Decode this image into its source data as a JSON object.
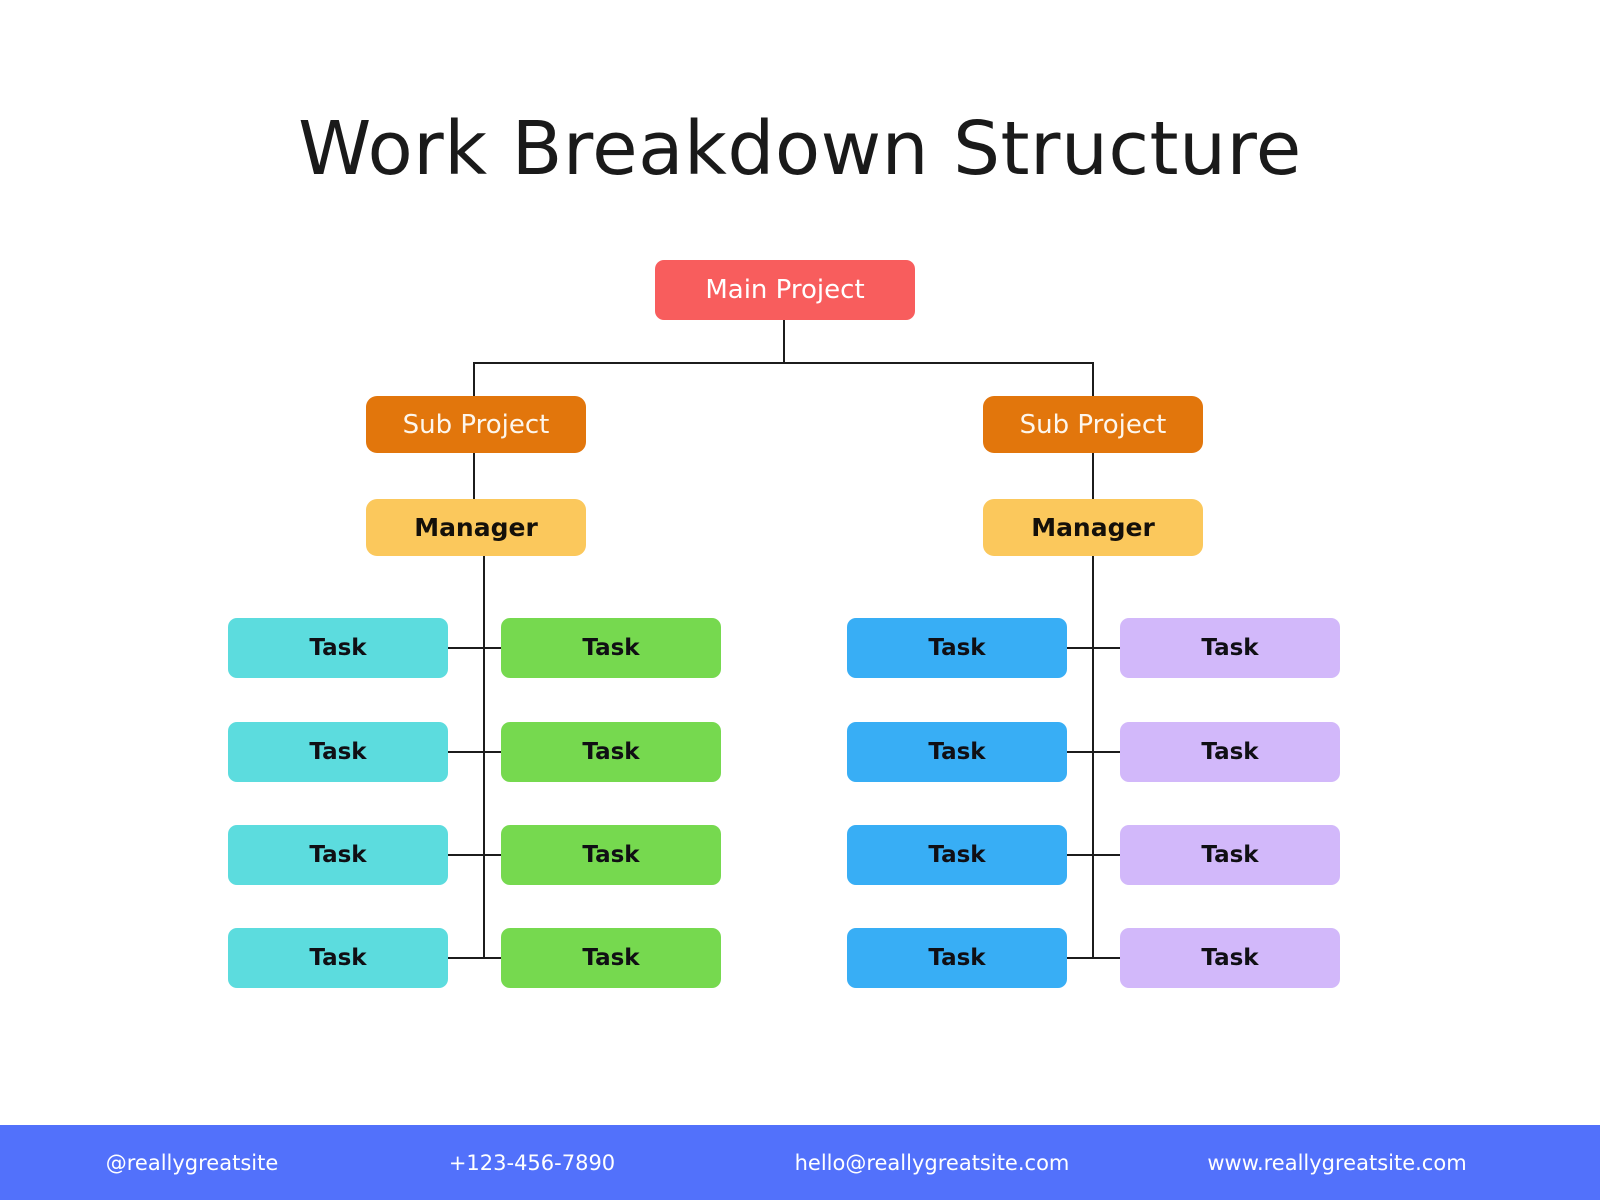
{
  "page": {
    "title": "Work Breakdown Structure",
    "background_color": "#FFFFFF"
  },
  "chart_data": {
    "type": "diagram",
    "diagram_kind": "work-breakdown-structure-tree",
    "title": "Work Breakdown Structure",
    "root": {
      "label": "Main Project",
      "color": "#F85D5D",
      "text_color": "#FFFFFF"
    },
    "branches": [
      {
        "side": "left",
        "sub_project": {
          "label": "Sub Project",
          "color": "#E2760C",
          "text_color": "#FDF6EC"
        },
        "manager": {
          "label": "Manager",
          "color": "#FBC85C",
          "text_color": "#14100A"
        },
        "task_columns": [
          {
            "column": "left",
            "color": "#5CDCDE",
            "tasks": [
              {
                "label": "Task"
              },
              {
                "label": "Task"
              },
              {
                "label": "Task"
              },
              {
                "label": "Task"
              }
            ]
          },
          {
            "column": "right",
            "color": "#76D94F",
            "tasks": [
              {
                "label": "Task"
              },
              {
                "label": "Task"
              },
              {
                "label": "Task"
              },
              {
                "label": "Task"
              }
            ]
          }
        ]
      },
      {
        "side": "right",
        "sub_project": {
          "label": "Sub Project",
          "color": "#E2760C",
          "text_color": "#FDF6EC"
        },
        "manager": {
          "label": "Manager",
          "color": "#FBC85C",
          "text_color": "#14100A"
        },
        "task_columns": [
          {
            "column": "left",
            "color": "#38AEF5",
            "tasks": [
              {
                "label": "Task"
              },
              {
                "label": "Task"
              },
              {
                "label": "Task"
              },
              {
                "label": "Task"
              }
            ]
          },
          {
            "column": "right",
            "color": "#D2B8FA",
            "tasks": [
              {
                "label": "Task"
              },
              {
                "label": "Task"
              },
              {
                "label": "Task"
              },
              {
                "label": "Task"
              }
            ]
          }
        ]
      }
    ],
    "connector_color": "#1C1C1C",
    "levels": [
      "Main Project",
      "Sub Project",
      "Manager",
      "Task"
    ]
  },
  "footer": {
    "background_color": "#5271FB",
    "text_color": "#FFFFFF",
    "items": [
      {
        "label": "@reallygreatsite"
      },
      {
        "label": "+123-456-7890"
      },
      {
        "label": "hello@reallygreatsite.com"
      },
      {
        "label": "www.reallygreatsite.com"
      }
    ]
  }
}
